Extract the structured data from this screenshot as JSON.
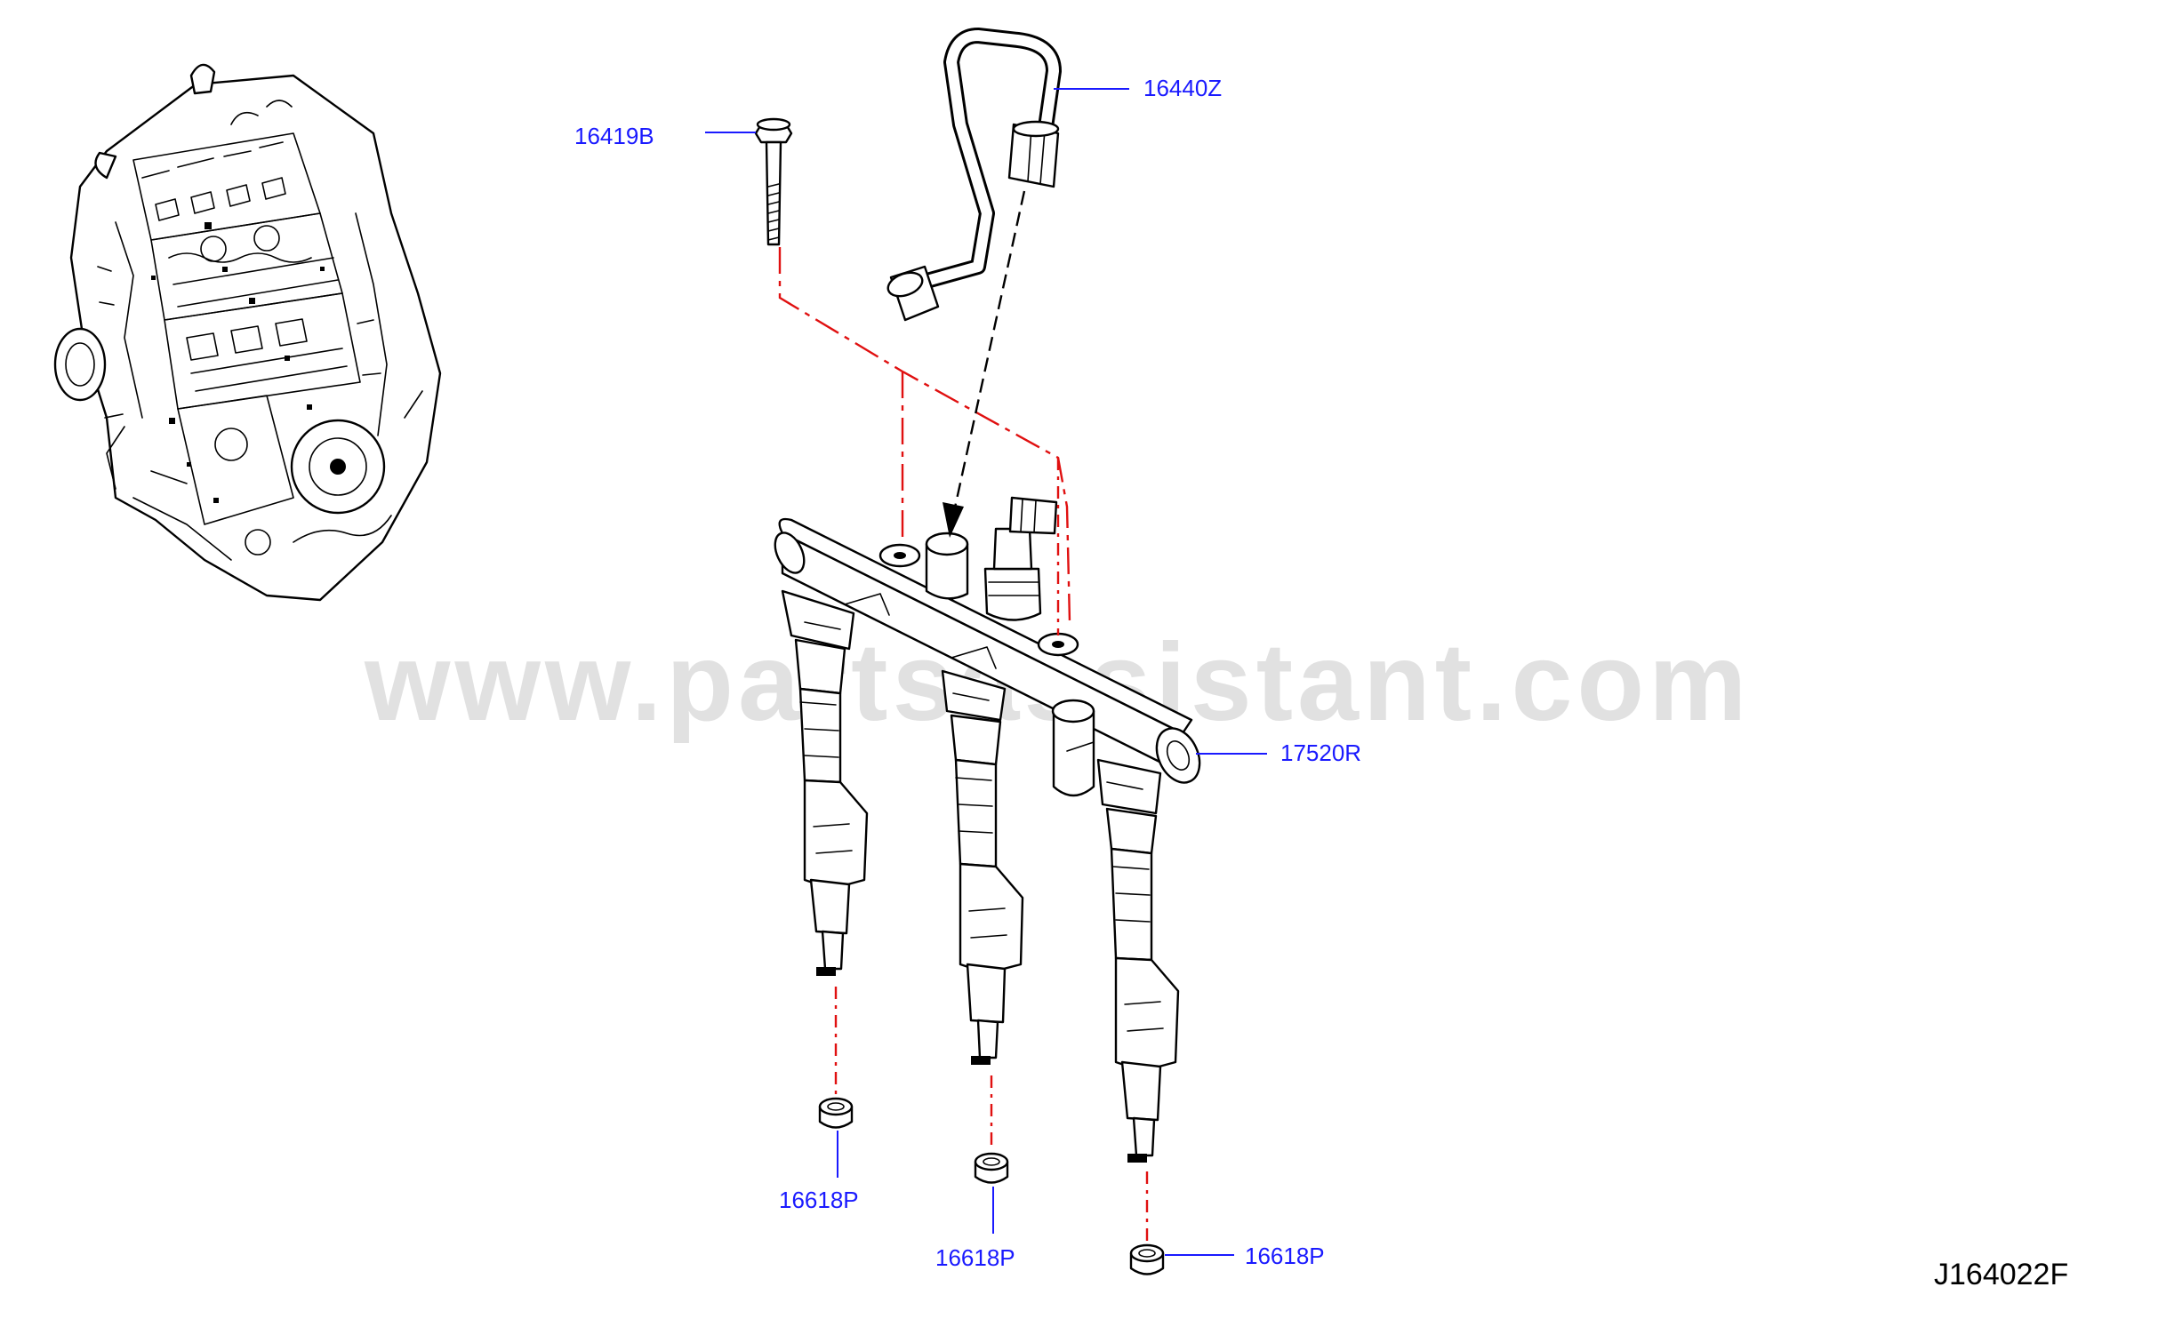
{
  "watermark": "www.partsassistant.com",
  "diagram_code": "J164022F",
  "part_labels": {
    "bolt": "16419B",
    "fuel_tube": "16440Z",
    "fuel_rail": "17520R",
    "seal_1": "16618P",
    "seal_2": "16618P",
    "seal_3": "16618P"
  },
  "colors": {
    "label": "#1a1aff",
    "centerline": "#e01010",
    "linework": "#000000",
    "watermark": "#c8c8c8"
  }
}
